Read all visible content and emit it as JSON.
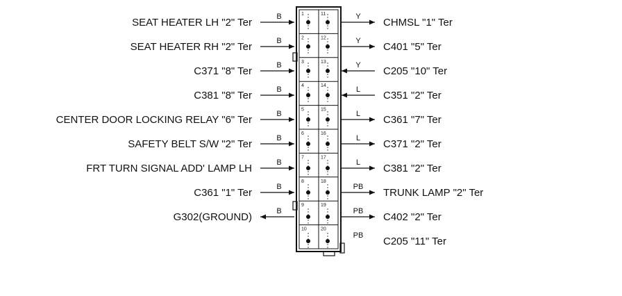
{
  "left_pins": [
    {
      "pin": "1",
      "label": "SEAT HEATER LH \"2\" Ter",
      "color": "B",
      "dir": "in"
    },
    {
      "pin": "2",
      "label": "SEAT HEATER RH \"2\" Ter",
      "color": "B",
      "dir": "in"
    },
    {
      "pin": "3",
      "label": "C371 \"8\" Ter",
      "color": "B",
      "dir": "in"
    },
    {
      "pin": "4",
      "label": "C381 \"8\" Ter",
      "color": "B",
      "dir": "in"
    },
    {
      "pin": "5",
      "label": "CENTER DOOR LOCKING RELAY \"6\" Ter",
      "color": "B",
      "dir": "in"
    },
    {
      "pin": "6",
      "label": "SAFETY BELT S/W \"2\" Ter",
      "color": "B",
      "dir": "in"
    },
    {
      "pin": "7",
      "label": "FRT TURN SIGNAL ADD' LAMP LH",
      "color": "B",
      "dir": "in"
    },
    {
      "pin": "8",
      "label": "C361 \"1\" Ter",
      "color": "B",
      "dir": "in"
    },
    {
      "pin": "9",
      "label": "G302(GROUND)",
      "color": "B",
      "dir": "out"
    },
    {
      "pin": "10",
      "label": "",
      "color": "",
      "dir": "none"
    }
  ],
  "right_pins": [
    {
      "pin": "11",
      "label": "CHMSL \"1\" Ter",
      "color": "Y",
      "dir": "out"
    },
    {
      "pin": "12",
      "label": "C401 \"5\" Ter",
      "color": "Y",
      "dir": "out"
    },
    {
      "pin": "13",
      "label": "C205 \"10\" Ter",
      "color": "Y",
      "dir": "in"
    },
    {
      "pin": "14",
      "label": "C351 \"2\" Ter",
      "color": "L",
      "dir": "in"
    },
    {
      "pin": "15",
      "label": "C361 \"7\" Ter",
      "color": "L",
      "dir": "out"
    },
    {
      "pin": "16",
      "label": "C371 \"2\" Ter",
      "color": "L",
      "dir": "out"
    },
    {
      "pin": "17",
      "label": "C381 \"2\" Ter",
      "color": "L",
      "dir": "out"
    },
    {
      "pin": "18",
      "label": "TRUNK LAMP \"2\" Ter",
      "color": "PB",
      "dir": "out"
    },
    {
      "pin": "19",
      "label": "C402 \"2\" Ter",
      "color": "PB",
      "dir": "out"
    },
    {
      "pin": "20",
      "label": "C205 \"11\" Ter",
      "color": "PB",
      "dir": "none"
    }
  ]
}
